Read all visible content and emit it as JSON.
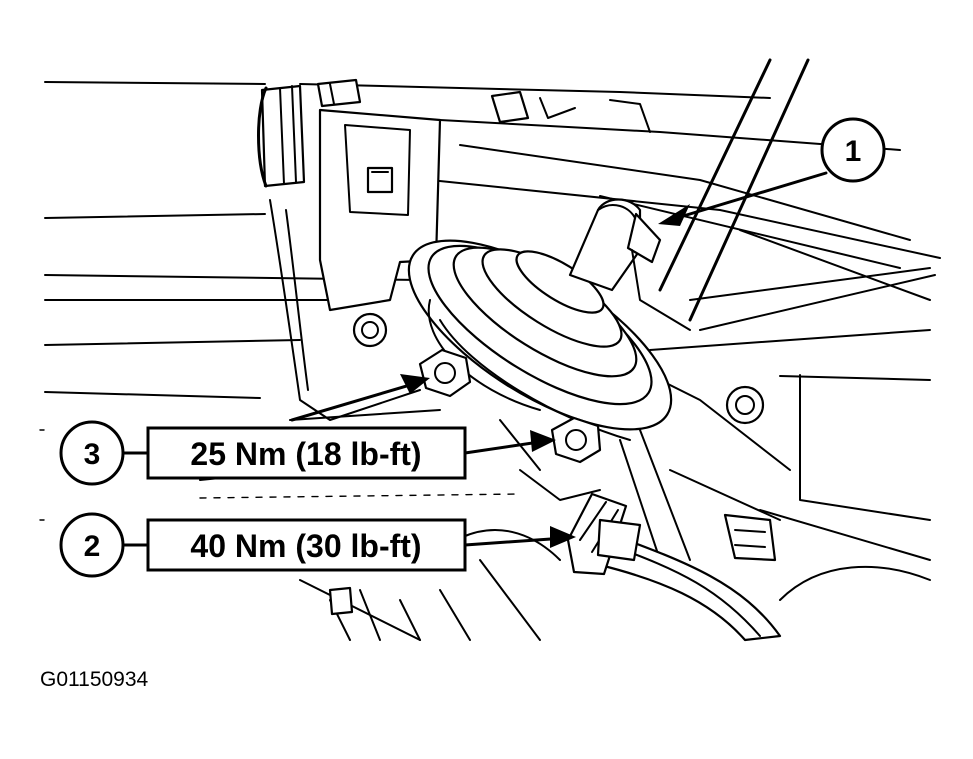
{
  "callouts": [
    {
      "number": "1"
    },
    {
      "number": "3",
      "torque": "25 Nm (18 lb-ft)"
    },
    {
      "number": "2",
      "torque": "40 Nm (30 lb-ft)"
    }
  ],
  "figure_id": "G01150934",
  "icons": [
    "egr-valve-icon",
    "bolt-icon",
    "tube-nut-icon",
    "vacuum-hose-icon"
  ]
}
